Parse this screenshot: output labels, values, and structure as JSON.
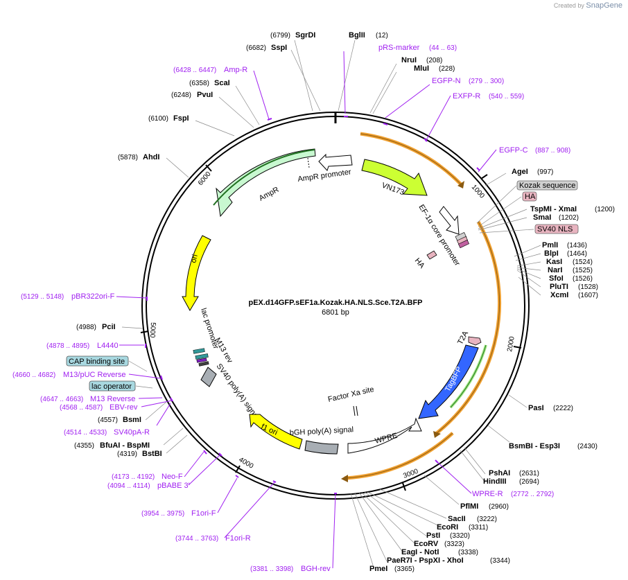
{
  "watermark": {
    "prefix": "Created by",
    "brand": "SnapGene"
  },
  "plasmid": {
    "name": "pEX.d14GFP.sEF1a.Kozak.HA.NLS.Sce.T2A.BFP",
    "length_label": "6801 bp",
    "length": 6801
  },
  "ticks": [
    "1000",
    "2000",
    "3000",
    "4000",
    "5000",
    "6000"
  ],
  "enzymes": [
    {
      "name": "SgrDI",
      "pos": "(6799)"
    },
    {
      "name": "BglII",
      "pos": "(12)"
    },
    {
      "name": "SspI",
      "pos": "(6682)"
    },
    {
      "name": "NruI",
      "pos": "(208)"
    },
    {
      "name": "MluI",
      "pos": "(228)"
    },
    {
      "name": "ScaI",
      "pos": "(6358)"
    },
    {
      "name": "PvuI",
      "pos": "(6248)"
    },
    {
      "name": "FspI",
      "pos": "(6100)"
    },
    {
      "name": "AhdI",
      "pos": "(5878)"
    },
    {
      "name": "AgeI",
      "pos": "(997)"
    },
    {
      "name": "TspMI - XmaI",
      "pos": "(1200)"
    },
    {
      "name": "SmaI",
      "pos": "(1202)"
    },
    {
      "name": "PmlI",
      "pos": "(1436)"
    },
    {
      "name": "BlpI",
      "pos": "(1464)"
    },
    {
      "name": "KasI",
      "pos": "(1524)"
    },
    {
      "name": "NarI",
      "pos": "(1525)"
    },
    {
      "name": "SfoI",
      "pos": "(1526)"
    },
    {
      "name": "PluTI",
      "pos": "(1528)"
    },
    {
      "name": "XcmI",
      "pos": "(1607)"
    },
    {
      "name": "PciI",
      "pos": "(4988)"
    },
    {
      "name": "BsmI",
      "pos": "(4557)"
    },
    {
      "name": "BfuAI - BspMI",
      "pos": "(4355)"
    },
    {
      "name": "BstBI",
      "pos": "(4319)"
    },
    {
      "name": "PasI",
      "pos": "(2222)"
    },
    {
      "name": "BsmBI - Esp3I",
      "pos": "(2430)"
    },
    {
      "name": "PshAI",
      "pos": "(2631)"
    },
    {
      "name": "HindIII",
      "pos": "(2694)"
    },
    {
      "name": "PflMI",
      "pos": "(2960)"
    },
    {
      "name": "SacII",
      "pos": "(3222)"
    },
    {
      "name": "EcoRI",
      "pos": "(3311)"
    },
    {
      "name": "PstI",
      "pos": "(3320)"
    },
    {
      "name": "EcoRV",
      "pos": "(3323)"
    },
    {
      "name": "EagI - NotI",
      "pos": "(3338)"
    },
    {
      "name": "PaeR7I - PspXI - XhoI",
      "pos": "(3344)"
    },
    {
      "name": "PmeI",
      "pos": "(3365)"
    }
  ],
  "primers": [
    {
      "name": "pRS-marker",
      "pos": "(44 .. 63)"
    },
    {
      "name": "Amp-R",
      "pos": "(6428 .. 6447)"
    },
    {
      "name": "EGFP-N",
      "pos": "(279 .. 300)"
    },
    {
      "name": "EXFP-R",
      "pos": "(540 .. 559)"
    },
    {
      "name": "EGFP-C",
      "pos": "(887 .. 908)"
    },
    {
      "name": "pBR322ori-F",
      "pos": "(5129 .. 5148)"
    },
    {
      "name": "L4440",
      "pos": "(4878 .. 4895)"
    },
    {
      "name": "M13/pUC Reverse",
      "pos": "(4660 .. 4682)"
    },
    {
      "name": "M13 Reverse",
      "pos": "(4647 .. 4663)"
    },
    {
      "name": "EBV-rev",
      "pos": "(4568 .. 4587)"
    },
    {
      "name": "SV40pA-R",
      "pos": "(4514 .. 4533)"
    },
    {
      "name": "Neo-F",
      "pos": "(4173 .. 4192)"
    },
    {
      "name": "pBABE 3'",
      "pos": "(4094 .. 4114)"
    },
    {
      "name": "F1ori-F",
      "pos": "(3954 .. 3975)"
    },
    {
      "name": "F1ori-R",
      "pos": "(3744 .. 3763)"
    },
    {
      "name": "BGH-rev",
      "pos": "(3381 .. 3398)"
    },
    {
      "name": "WPRE-R",
      "pos": "(2772 .. 2792)"
    }
  ],
  "boxed_labels": [
    {
      "name": "Kozak sequence",
      "color": "#d0d0d0"
    },
    {
      "name": "HA",
      "color": "#e8b4c0"
    },
    {
      "name": "SV40 NLS",
      "color": "#e8b4c0"
    },
    {
      "name": "CAP binding site",
      "color": "#a8d8e0"
    },
    {
      "name": "lac operator",
      "color": "#a8d8e0"
    }
  ],
  "features": [
    {
      "name": "AmpR promoter"
    },
    {
      "name": "AmpR"
    },
    {
      "name": "ori"
    },
    {
      "name": "VN173"
    },
    {
      "name": "EF-1α core promoter"
    },
    {
      "name": "HA"
    },
    {
      "name": "T2A"
    },
    {
      "name": "TagBFP"
    },
    {
      "name": "Factor Xa site"
    },
    {
      "name": "WPRE"
    },
    {
      "name": "bGH poly(A) signal"
    },
    {
      "name": "f1 ori"
    },
    {
      "name": "SV40 poly(A) signal"
    },
    {
      "name": "M13 rev"
    },
    {
      "name": "lac promoter"
    }
  ],
  "colors": {
    "primer": "#a020f0",
    "orf_outline": "#f0a030",
    "ampr": "#c8f8d0",
    "ori": "#ffff00",
    "vn173": "#ccff33",
    "tagbfp": "#3366ff",
    "polya": "#a8aeb4"
  }
}
